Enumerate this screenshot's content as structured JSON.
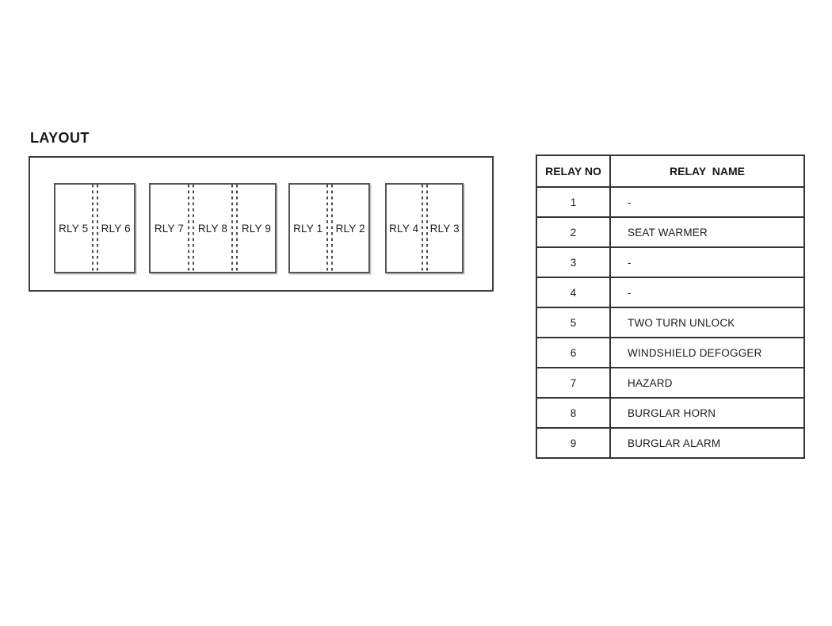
{
  "layout_panel": {
    "heading": "LAYOUT",
    "relay_blocks": [
      {
        "labels": [
          "RLY 5",
          "RLY 6"
        ]
      },
      {
        "labels": [
          "RLY 7",
          "RLY 8",
          "RLY 9"
        ]
      },
      {
        "labels": [
          "RLY 1",
          "RLY 2"
        ]
      },
      {
        "labels": [
          "RLY 4",
          "RLY 3"
        ]
      }
    ]
  },
  "relay_table": {
    "headers": [
      "RELAY NO",
      "RELAY  NAME"
    ],
    "rows": [
      {
        "no": "1",
        "name": "-"
      },
      {
        "no": "2",
        "name": "SEAT WARMER"
      },
      {
        "no": "3",
        "name": "-"
      },
      {
        "no": "4",
        "name": "-"
      },
      {
        "no": "5",
        "name": "TWO TURN UNLOCK"
      },
      {
        "no": "6",
        "name": "WINDSHIELD DEFOGGER"
      },
      {
        "no": "7",
        "name": "HAZARD"
      },
      {
        "no": "8",
        "name": "BURGLAR HORN"
      },
      {
        "no": "9",
        "name": "BURGLAR ALARM"
      }
    ]
  },
  "colors": {
    "background": "#ffffff",
    "text": "#1c1c1c",
    "line": "#3d3d3d"
  }
}
